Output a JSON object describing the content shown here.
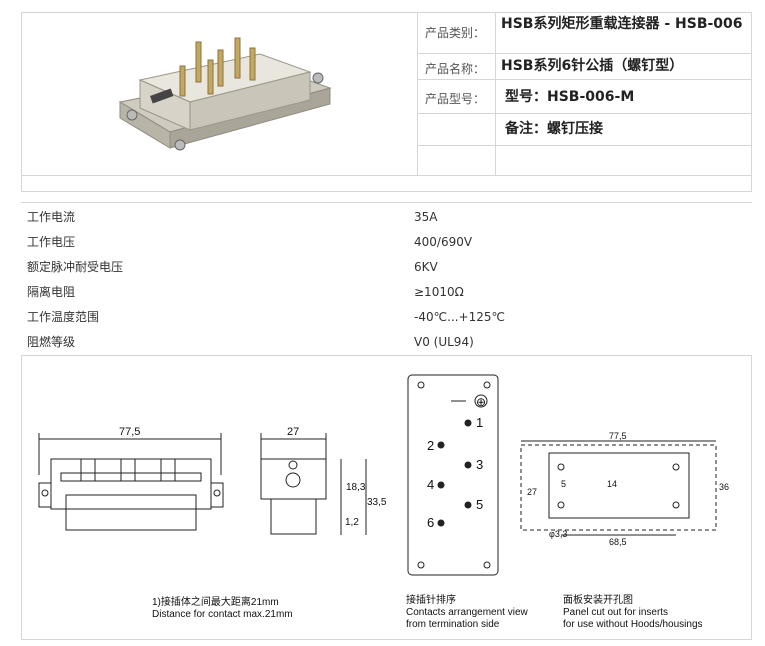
{
  "header": {
    "category_label": "产品类别：",
    "category_value": "HSB系列矩形重载连接器 - HSB-006",
    "name_label": "产品名称：",
    "name_value": "HSB系列6针公插（螺钉型）",
    "model_label": "产品型号：",
    "model_value": "型号：HSB-006-M",
    "note_value": "备注：螺钉压接"
  },
  "specs": [
    {
      "key": "工作电流",
      "value": "35A"
    },
    {
      "key": "工作电压",
      "value": "400/690V"
    },
    {
      "key": "额定脉冲耐受电压",
      "value": "6KV"
    },
    {
      "key": "隔离电阻",
      "value": "≥1010Ω"
    },
    {
      "key": "工作温度范围",
      "value": "-40℃...+125℃"
    },
    {
      "key": "阻燃等级",
      "value": "V0 (UL94)"
    }
  ],
  "drawing": {
    "dim_width": "77,5",
    "dim_side": "27",
    "dim_h1": "18,3",
    "dim_h2": "33,5",
    "dim_h3": "1,2",
    "pins": [
      "1",
      "2",
      "3",
      "4",
      "5",
      "6"
    ],
    "pe_symbol": "⊕",
    "panel_w": "77,5",
    "panel_hole": "68,5",
    "panel_h1": "27",
    "panel_h2": "14",
    "panel_h3": "5",
    "panel_h4": "36",
    "panel_dia": "φ3,3"
  },
  "captions": {
    "c1_line1": "1)接插体之间最大距离21mm",
    "c1_line2": "Distance for contact max.21mm",
    "c2_line1": "接插针排序",
    "c2_line2": "Contacts arrangement view",
    "c2_line3": "from termination side",
    "c3_line1": "面板安装开孔图",
    "c3_line2": "Panel cut out for inserts",
    "c3_line3": "for use without Hoods/housings"
  }
}
